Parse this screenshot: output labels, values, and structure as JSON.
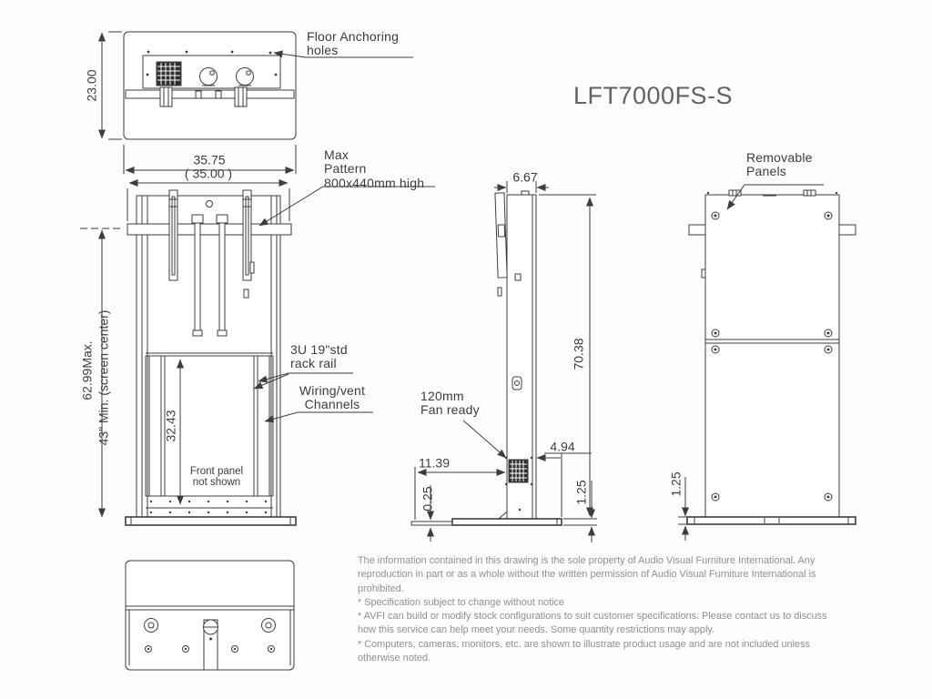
{
  "title": "LFT7000FS-S",
  "palette": {
    "line_color": "#3d3d3d",
    "text_color": "#3c3c3c",
    "title_color": "#636363",
    "footer_color": "#8f8f8f",
    "background": "#fdfdfd"
  },
  "top_view": {
    "dim_height": "23.00",
    "dim_width": "35.75"
  },
  "front_view": {
    "dim_width_ref": "( 35.00 )",
    "dim_height_max": "62.99Max.",
    "dim_height_min": "43\" Min. (screen center)",
    "dim_rack_opening": "32.43",
    "note": "Front panel\nnot shown"
  },
  "side_view": {
    "dim_depth": "6.67",
    "dim_height": "70.38",
    "dim_base_front": "11.39",
    "dim_plate_thickness": "0.25",
    "dim_rear_offset": "4.94",
    "dim_base_height": "1.25"
  },
  "rear_view": {
    "dim_base_height": "1.25"
  },
  "callouts": {
    "floor_anchoring": "Floor Anchoring\nholes",
    "max_pattern": "Max\nPattern\n800x440mm high",
    "rack_rail": "3U  19\"std\nrack rail",
    "wiring": "Wiring/vent\nChannels",
    "fan": "120mm\nFan ready",
    "removable": "Removable\nPanels"
  },
  "footer": {
    "lines": [
      "The information contained in this drawing is the sole property of Audio Visual Furniture International. Any reproduction in part or as a whole without the written permission of Audio Visual Furniture International is prohibited.",
      "* Specification subject to change without notice",
      "* AVFI can build or modify stock configurations to suit customer specifications. Please contact us to discuss how this service can help meet your needs. Some quantity restrictions may apply.",
      "* Computers, cameras, monitors, etc. are shown to illustrate product usage and are not included unless otherwise noted."
    ]
  }
}
